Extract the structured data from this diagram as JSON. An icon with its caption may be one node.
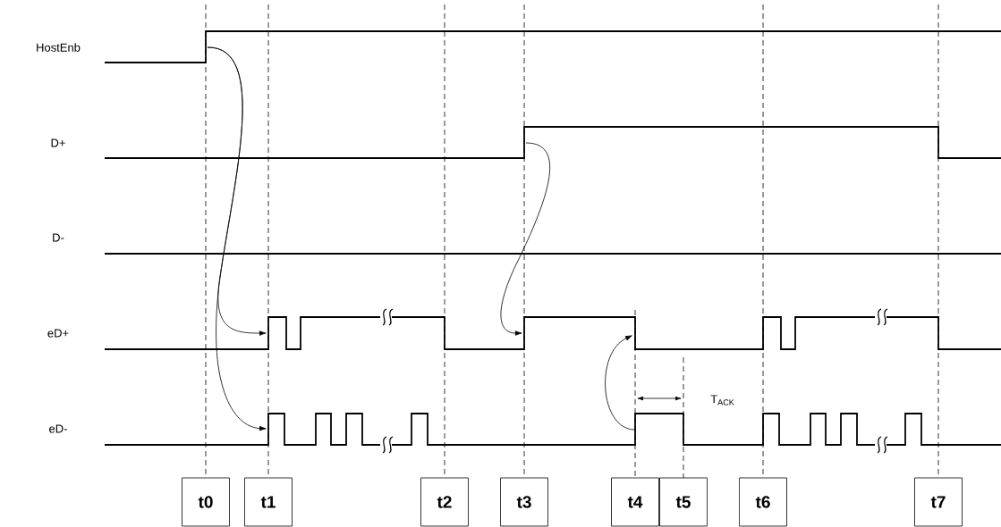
{
  "diagram": {
    "nodes": [
      {
        "text": [
          "t0"
        ]
      },
      {
        "text": [
          "t1"
        ]
      },
      {
        "text": [
          "t2"
        ]
      },
      {
        "text": [
          "t3"
        ]
      },
      {
        "text": [
          "t4"
        ]
      },
      {
        "text": [
          "t5"
        ]
      },
      {
        "text": [
          "t6"
        ]
      },
      {
        "text": [
          "t7"
        ]
      }
    ],
    "labels": [
      "HostEnb",
      "D+",
      "D-",
      "eD+",
      "eD-",
      "T$_{ACK}$"
    ]
  }
}
